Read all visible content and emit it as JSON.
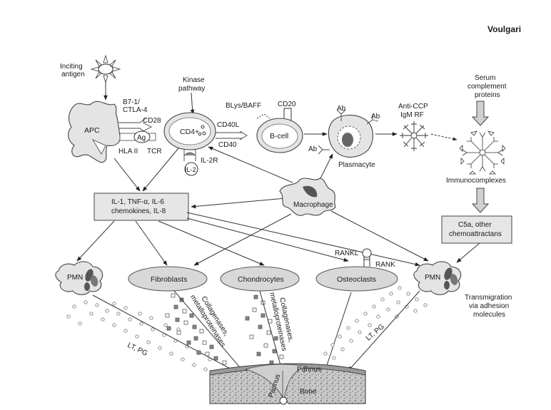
{
  "author": "Voulgari",
  "labels": {
    "inciting_antigen": [
      "Inciting",
      "antigen"
    ],
    "apc": "APC",
    "b7": "B7-1/",
    "ctla4": "CTLA-4",
    "cd28": "CD28",
    "ag": "Ag",
    "hla": "HLA II",
    "tcr": "TCR",
    "kinase": [
      "Kinase",
      "pathway"
    ],
    "cd4": "CD4+",
    "il2r": "IL-2R",
    "il2": "IL-2",
    "cd40l": "CD40L",
    "cd40": "CD40",
    "blys": "BLys/BAFF",
    "cd20": "CD20",
    "bcell": "B-cell",
    "ab1": "Ab",
    "ab2": "Ab",
    "ab3": "Ab",
    "plasmacyte": "Plasmacyte",
    "anticcp": [
      "Anti-CCP",
      "IgM RF"
    ],
    "serum": [
      "Serum",
      "complement",
      "proteins"
    ],
    "immunocomplexes": "Immunocomplexes",
    "c5a": [
      "C5a, other",
      "chemoattractans"
    ],
    "cytokines": [
      "IL-1, TNF-α, IL-6",
      "chemokines, IL-8"
    ],
    "macrophage": "Macrophage",
    "pmn_left": "PMN",
    "pmn_right": "PMN",
    "fibroblasts": "Fibroblasts",
    "chondrocytes": "Chondrocytes",
    "osteoclasts": "Osteoclasts",
    "rankl": "RANKL",
    "rank": "RANK",
    "transmigration": [
      "Transmigration",
      "via adhesion",
      "molecules"
    ],
    "collagenases1": [
      "Collagenases,",
      "metalloproteinases"
    ],
    "collagenases2": [
      "Collagenases,",
      "metalloproteinases"
    ],
    "lt_pg_left": "LT, PG",
    "lt_pg_right": "LT, PG",
    "pannus": "Pannus",
    "bone": "Bone"
  },
  "colors": {
    "cell_fill": "#e4e4e4",
    "box_fill": "#e6e6e6",
    "dark": "#555555",
    "ellipse": "#d8d8d8"
  }
}
